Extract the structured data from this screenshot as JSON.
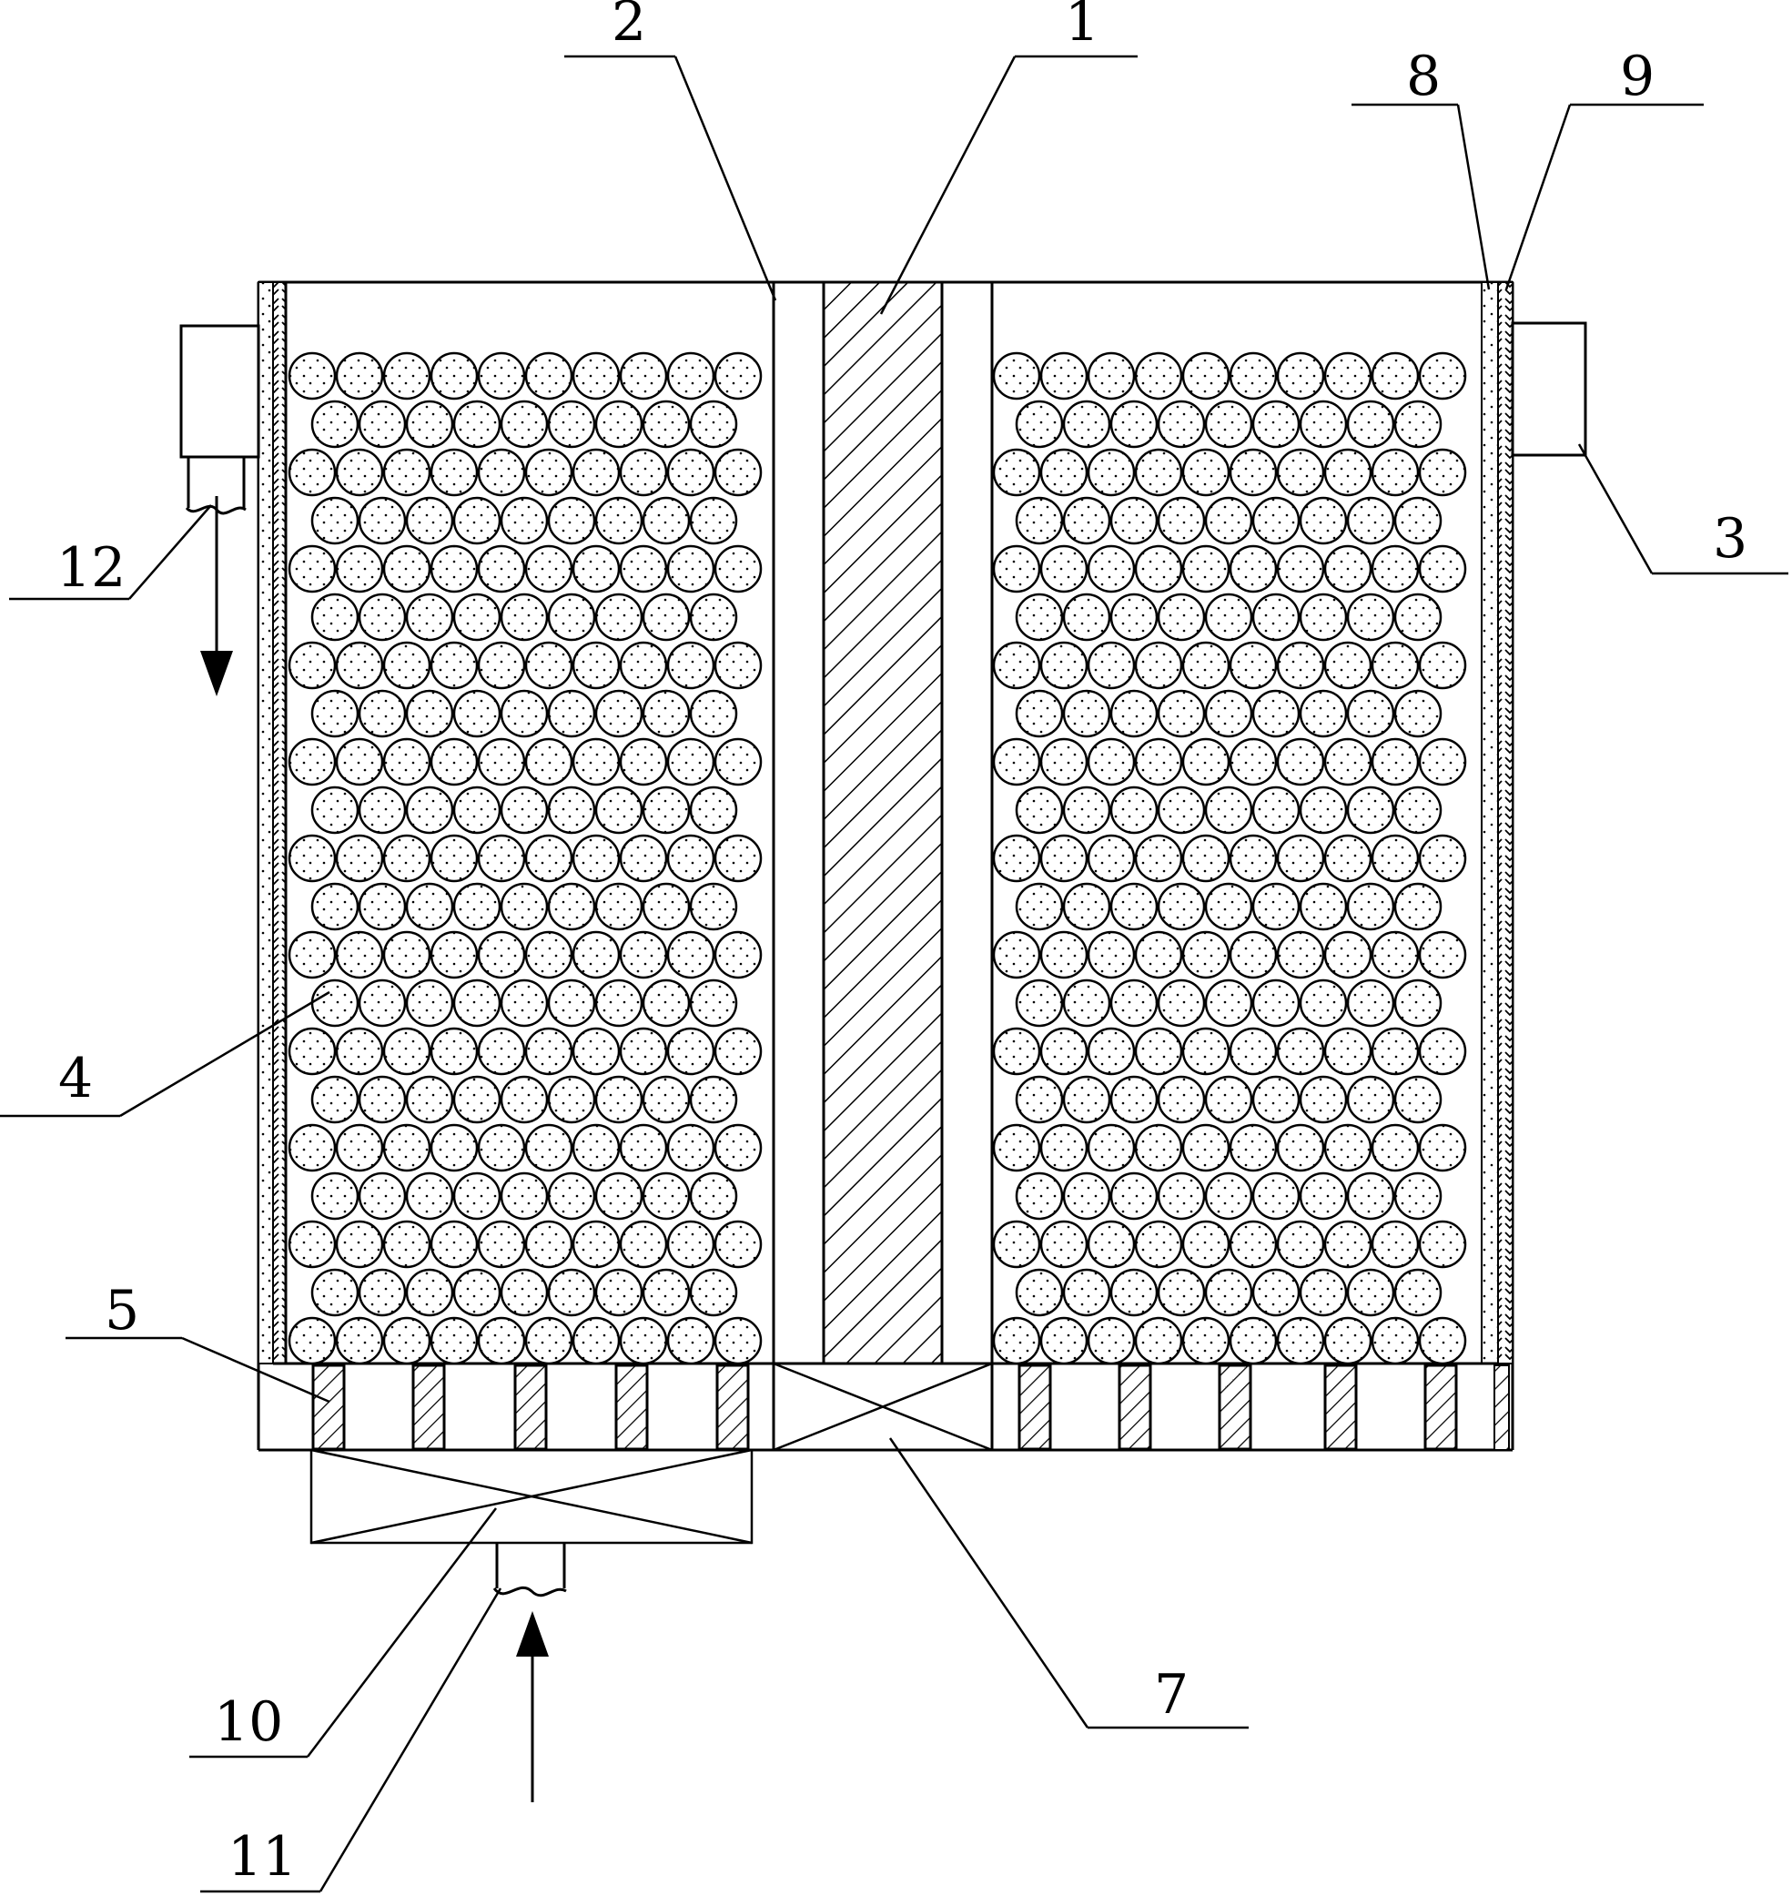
{
  "colors": {
    "ink": "#000000",
    "paper": "#ffffff"
  },
  "callouts": {
    "n1": "1",
    "n2": "2",
    "n3": "3",
    "n4": "4",
    "n5": "5",
    "n7": "7",
    "n8": "8",
    "n9": "9",
    "n10": "10",
    "n11": "11",
    "n12": "12"
  },
  "arrows": {
    "inlet": "up-arrow",
    "outlet": "down-arrow"
  }
}
